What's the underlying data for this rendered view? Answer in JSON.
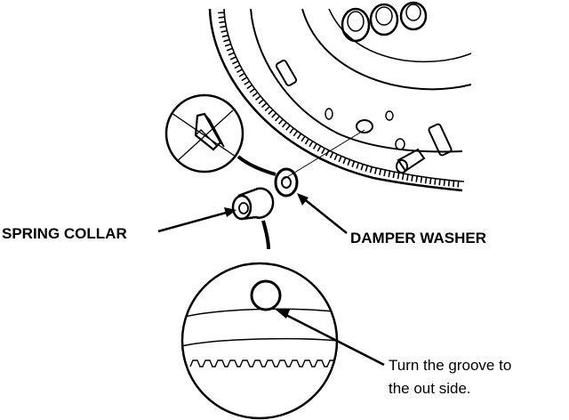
{
  "labels": {
    "spring_collar": "SPRING COLLAR",
    "damper_washer": "DAMPER WASHER",
    "note_line1": "Turn the groove to",
    "note_line2": "the out side."
  },
  "colors": {
    "ink": "#000000",
    "background": "#ffffff"
  }
}
